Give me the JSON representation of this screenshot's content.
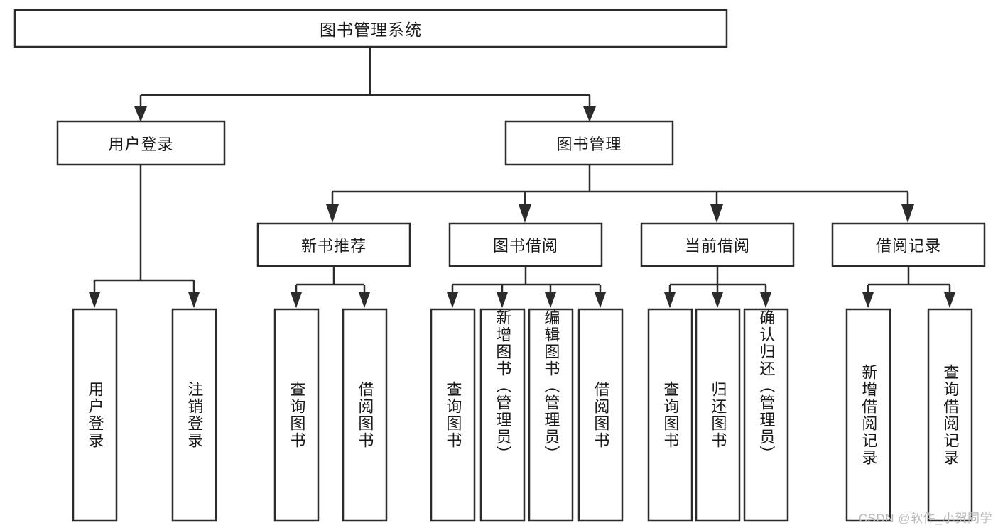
{
  "diagram": {
    "title": "图书管理系统",
    "type": "tree-hierarchy",
    "orientation": "top-down",
    "levels": 4,
    "colors": {
      "box_fill": "#ffffff",
      "box_stroke": "#2b2b2b",
      "text": "#1a1a1a",
      "background": "#ffffff",
      "watermark": "#b9b9b9"
    },
    "root": {
      "label": "图书管理系统",
      "orientation": "horizontal"
    },
    "level2": [
      {
        "label": "用户登录",
        "orientation": "horizontal"
      },
      {
        "label": "图书管理",
        "orientation": "horizontal"
      }
    ],
    "level3": [
      {
        "label": "新书推荐",
        "orientation": "horizontal"
      },
      {
        "label": "图书借阅",
        "orientation": "horizontal"
      },
      {
        "label": "当前借阅",
        "orientation": "horizontal"
      },
      {
        "label": "借阅记录",
        "orientation": "horizontal"
      }
    ],
    "leaves": {
      "user_login": [
        {
          "label": "用户登录",
          "orientation": "vertical"
        },
        {
          "label": "注销登录",
          "orientation": "vertical"
        }
      ],
      "new_book_recommend": [
        {
          "label": "查询图书",
          "orientation": "vertical"
        },
        {
          "label": "借阅图书",
          "orientation": "vertical"
        }
      ],
      "book_borrow": [
        {
          "label": "查询图书",
          "orientation": "vertical"
        },
        {
          "label": "新增图书（管理员）",
          "orientation": "vertical"
        },
        {
          "label": "编辑图书（管理员）",
          "orientation": "vertical"
        },
        {
          "label": "借阅图书",
          "orientation": "vertical"
        }
      ],
      "current_borrow": [
        {
          "label": "查询图书",
          "orientation": "vertical"
        },
        {
          "label": "归还图书",
          "orientation": "vertical"
        },
        {
          "label": "确认归还（管理员）",
          "orientation": "vertical"
        }
      ],
      "borrow_record": [
        {
          "label": "新增借阅记录",
          "orientation": "vertical"
        },
        {
          "label": "查询借阅记录",
          "orientation": "vertical"
        }
      ]
    }
  },
  "watermark": {
    "text": "CSDN @软件_小贺同学"
  }
}
